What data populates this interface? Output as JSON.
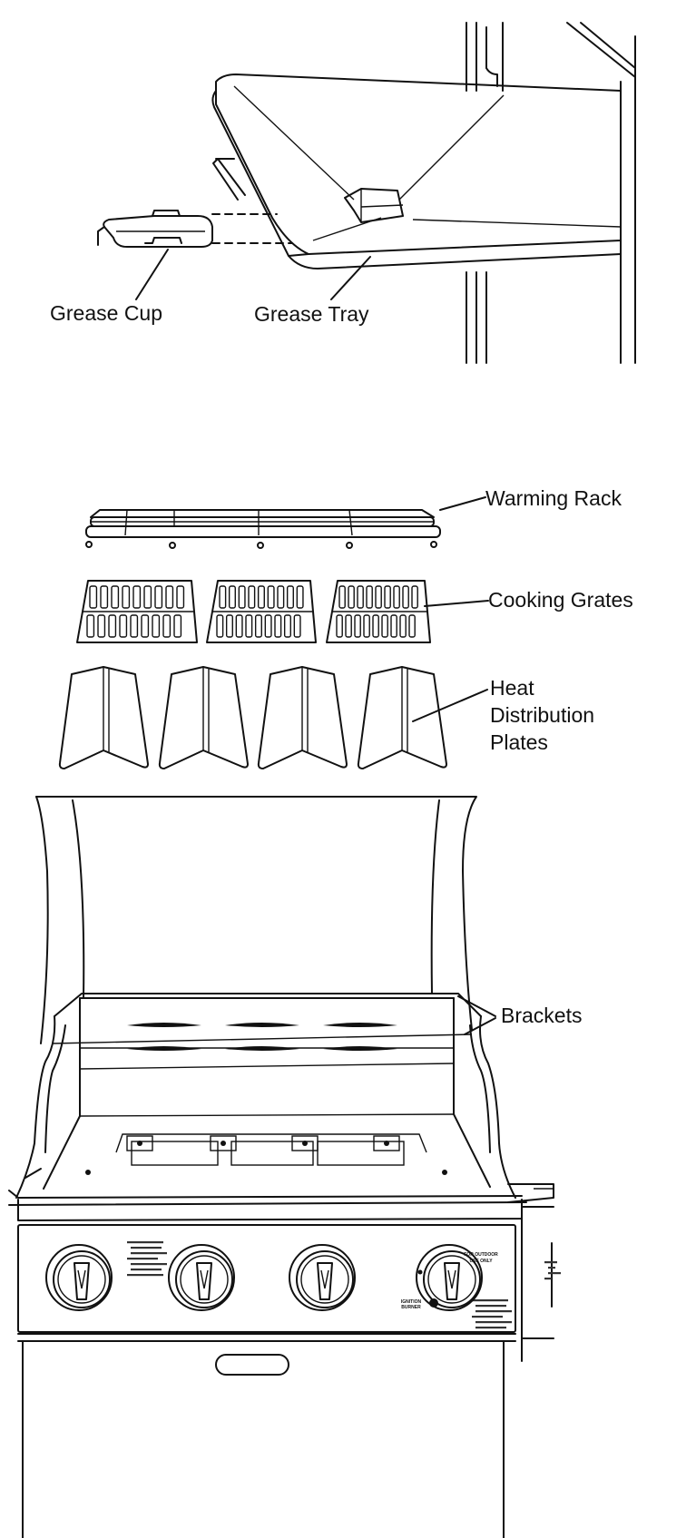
{
  "labels": {
    "grease_cup": "Grease Cup",
    "grease_tray": "Grease Tray",
    "warming_rack": "Warming Rack",
    "cooking_grates": "Cooking Grates",
    "heat_plates_line1": "Heat",
    "heat_plates_line2": "Distribution",
    "heat_plates_line3": "Plates",
    "brackets": "Brackets"
  },
  "panel": {
    "outdoor_line1": "FOR OUTDOOR",
    "outdoor_line2": "USE ONLY",
    "ignition": "IGNITION BURNER"
  },
  "colors": {
    "ink": "#111111",
    "paper": "#ffffff",
    "shade": "#e6e6e6"
  }
}
